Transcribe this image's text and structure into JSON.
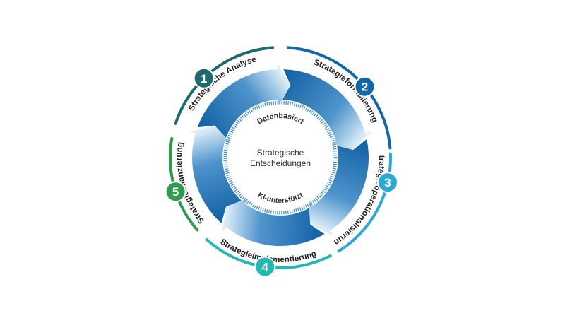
{
  "diagram": {
    "center": {
      "line1": "Strategische",
      "line2": "Entscheidungen",
      "top_label": "Datenbasiert",
      "bottom_label": "KI-unterstützt"
    },
    "stages": [
      {
        "number": "1",
        "label": "Strategische Analyse",
        "color": "#1d6b6b"
      },
      {
        "number": "2",
        "label": "Strategieformulierung",
        "color": "#1467a6"
      },
      {
        "number": "3",
        "label": "Strategieoperationalisierung",
        "color": "#2ea9d6"
      },
      {
        "number": "4",
        "label": "Strategieimplementierung",
        "color": "#22b8b3"
      },
      {
        "number": "5",
        "label": "Strategiebilanzierung",
        "color": "#2f9b4e"
      }
    ],
    "colors": {
      "arrow_dark": "#0f5fa3",
      "arrow_light": "#d9ebf7",
      "inner_ring": "#3a8dc9"
    }
  }
}
